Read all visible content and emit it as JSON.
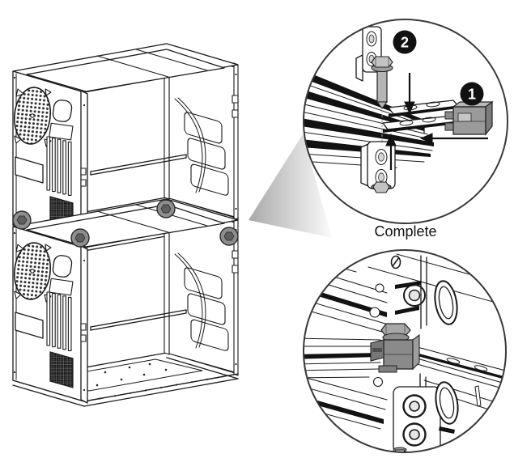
{
  "figure": {
    "type": "assembly-instruction-diagram",
    "background_color": "#ffffff",
    "line_color": "#1a1a1a",
    "step_badges": {
      "step1": "1",
      "step2": "2"
    },
    "complete_label": "Complete",
    "colors": {
      "badge_bg": "#111111",
      "badge_text": "#ffffff",
      "detail_circle_stroke": "#3a3a3a",
      "part_gray": "#b5b5b5",
      "clamp_gray": "#8f8f8f",
      "junction_marker_gray": "#8e8e8e",
      "zoom_cone_gray": "#a9a9a9"
    },
    "icons": {
      "step1_badge": "numbered-circle-1",
      "step2_badge": "numbered-circle-2",
      "arrows": [
        "down-arrow",
        "up-arrow",
        "left-arrow"
      ],
      "zoom_cone": "magnify-wedge",
      "junction_markers": "corner-clamp-positions"
    }
  }
}
